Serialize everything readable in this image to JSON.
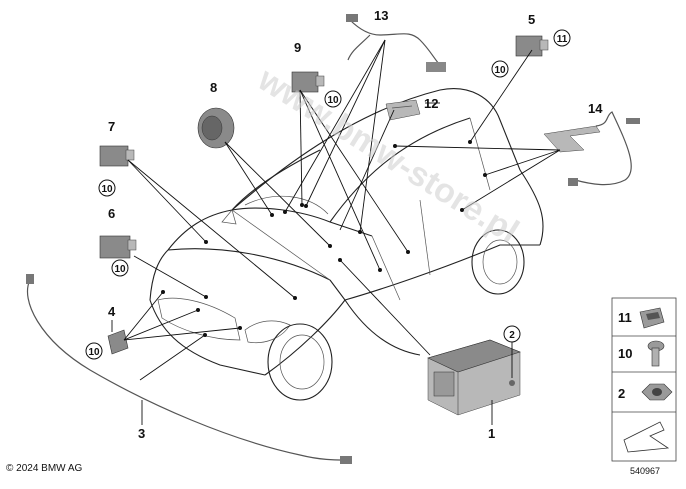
{
  "diagram": {
    "callouts": {
      "c1": "1",
      "c2": "2",
      "c3": "3",
      "c4": "4",
      "c5": "5",
      "c6": "6",
      "c7": "7",
      "c8": "8",
      "c9": "9",
      "c10": "10",
      "c11": "11",
      "c12": "12",
      "c13": "13",
      "c14": "14"
    },
    "circled": {
      "c10": "10",
      "c11": "11",
      "c2": "2"
    },
    "legend": {
      "item11": "11",
      "item10": "10",
      "item2": "2"
    },
    "watermark": "www.bmw-store.pl",
    "copyright": "© 2024 BMW AG",
    "reference_number": "540967"
  }
}
